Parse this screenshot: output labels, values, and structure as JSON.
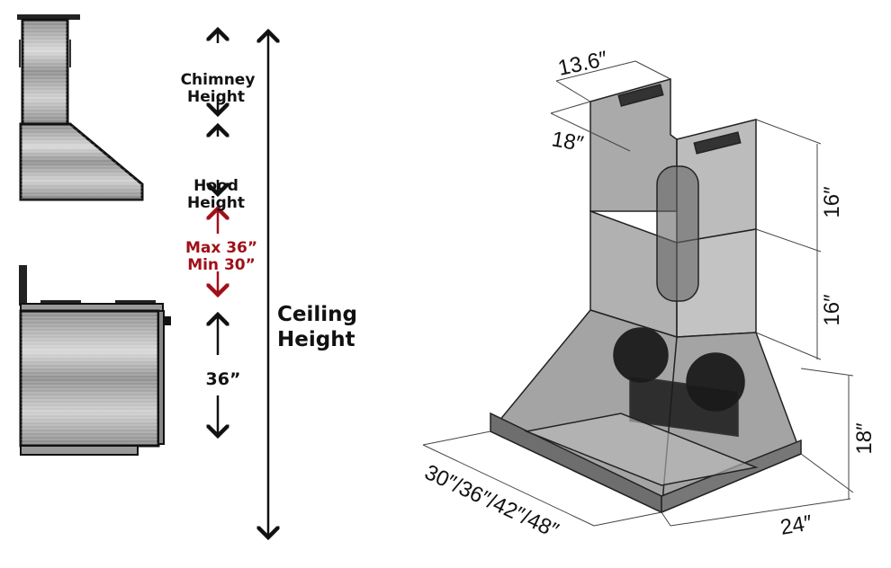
{
  "left_diagram": {
    "chimney_height": [
      "Chimney",
      "Height"
    ],
    "hood_height": [
      "Hood",
      "Height"
    ],
    "clearance": [
      "Max 36”",
      "Min 30”"
    ],
    "counter_height": "36”",
    "ceiling_height": [
      "Ceiling",
      "Height"
    ]
  },
  "right_diagram": {
    "chimney_width": "13.6″",
    "chimney_depth": "18″",
    "upper_chimney": "16″",
    "lower_chimney": "16″",
    "hood_height": "18″",
    "hood_depth": "24″",
    "hood_widths": "30″/36″/42″/48″"
  },
  "colors": {
    "clearance": "#a01018",
    "steel": "#9a9a9a"
  }
}
